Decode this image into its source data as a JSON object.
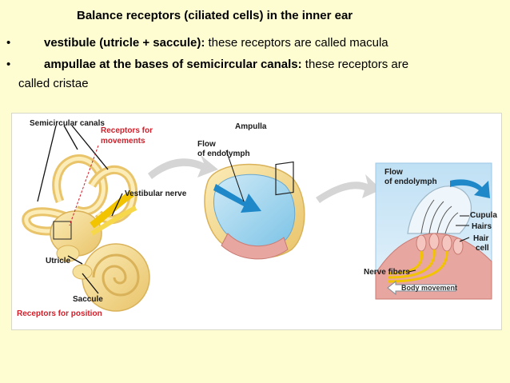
{
  "slide": {
    "title": "Balance receptors (ciliated cells) in the inner ear",
    "bullets": [
      {
        "marker": "•",
        "bold": "vestibule (utricle + saccule):",
        "rest": " these receptors are called macula"
      },
      {
        "marker": "•",
        "bold": "ampullae at the bases of semicircular canals:",
        "rest": " these receptors are"
      }
    ],
    "continuation": "called cristae"
  },
  "figure": {
    "labels": {
      "semicircular_canals": "Semicircular canals",
      "receptors_movements_1": "Receptors for",
      "receptors_movements_2": "movements",
      "vestibular_nerve": "Vestibular nerve",
      "utricle": "Utricle",
      "saccule": "Saccule",
      "receptors_position": "Receptors for position",
      "ampulla": "Ampulla",
      "flow1_line1": "Flow",
      "flow1_line2": "of endolymph",
      "flow2_line1": "Flow",
      "flow2_line2": "of endolymph",
      "cupula": "Cupula",
      "hairs": "Hairs",
      "hair_cell_1": "Hair",
      "hair_cell_2": "cell",
      "nerve_fibers": "Nerve fibers",
      "body_movement": "Body movement"
    },
    "colors": {
      "bone": "#f3d98a",
      "nerve": "#f2c400",
      "fluid": "#3aa6dc",
      "tissue": "#e7a6a0",
      "label_red": "#d11f2a"
    }
  }
}
